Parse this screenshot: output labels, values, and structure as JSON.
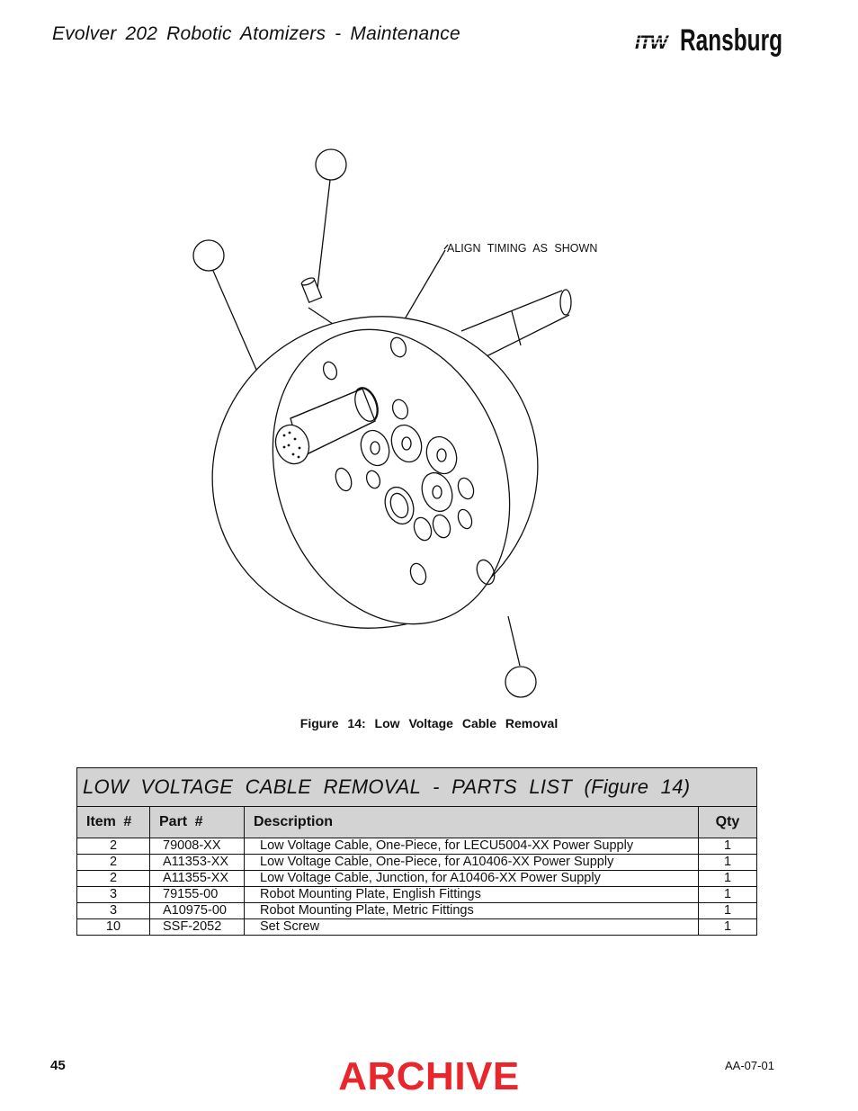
{
  "header": {
    "title": "Evolver 202 Robotic Atomizers - Maintenance",
    "logo_prefix": "ITW",
    "logo_name": "Ransburg"
  },
  "figure": {
    "callout_text": "ALIGN TIMING AS SHOWN",
    "caption": "Figure 14: Low Voltage Cable Removal"
  },
  "parts_table": {
    "title": "LOW VOLTAGE CABLE REMOVAL - PARTS LIST (Figure 14)",
    "columns": {
      "item": "Item #",
      "part": "Part #",
      "description": "Description",
      "qty": "Qty"
    },
    "rows": [
      {
        "item": "2",
        "part": "79008-XX",
        "description": "Low Voltage Cable, One-Piece, for LECU5004-XX Power Supply",
        "qty": "1"
      },
      {
        "item": "2",
        "part": "A11353-XX",
        "description": "Low Voltage Cable, One-Piece, for A10406-XX Power Supply",
        "qty": "1"
      },
      {
        "item": "2",
        "part": "A11355-XX",
        "description": "Low Voltage Cable, Junction, for A10406-XX Power Supply",
        "qty": "1"
      },
      {
        "item": "3",
        "part": "79155-00",
        "description": "Robot Mounting Plate, English Fittings",
        "qty": "1"
      },
      {
        "item": "3",
        "part": "A10975-00",
        "description": "Robot Mounting Plate, Metric Fittings",
        "qty": "1"
      },
      {
        "item": "10",
        "part": "SSF-2052",
        "description": "Set Screw",
        "qty": "1"
      }
    ]
  },
  "footer": {
    "page_number": "45",
    "watermark": "ARCHIVE",
    "doc_code": "AA-07-01"
  }
}
